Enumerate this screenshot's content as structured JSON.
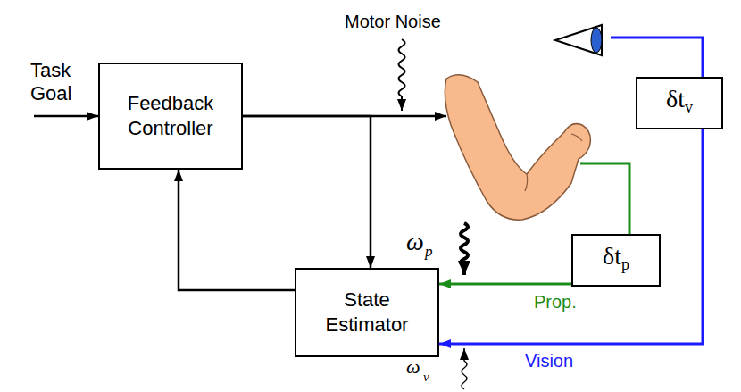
{
  "diagram": {
    "nodes": [
      {
        "text": [
          "Feedback Controller"
        ]
      },
      {
        "text": [
          "δt",
          "v"
        ]
      },
      {
        "text": [
          "δt",
          "p"
        ]
      },
      {
        "text": [
          "State Estimator"
        ]
      }
    ],
    "edges": [
      {
        "from": 0,
        "to": 3,
        "arrow": "to"
      },
      {
        "from": 3,
        "to": 0,
        "arrow": "to"
      },
      {
        "from": 1,
        "to": 3,
        "arrow": "to"
      },
      {
        "from": 2,
        "to": 3,
        "arrow": "to"
      }
    ],
    "labels": [
      "Task Goal",
      "Motor Noise",
      "ω",
      "p",
      "Prop.",
      "Vision",
      "ω",
      "v"
    ]
  }
}
